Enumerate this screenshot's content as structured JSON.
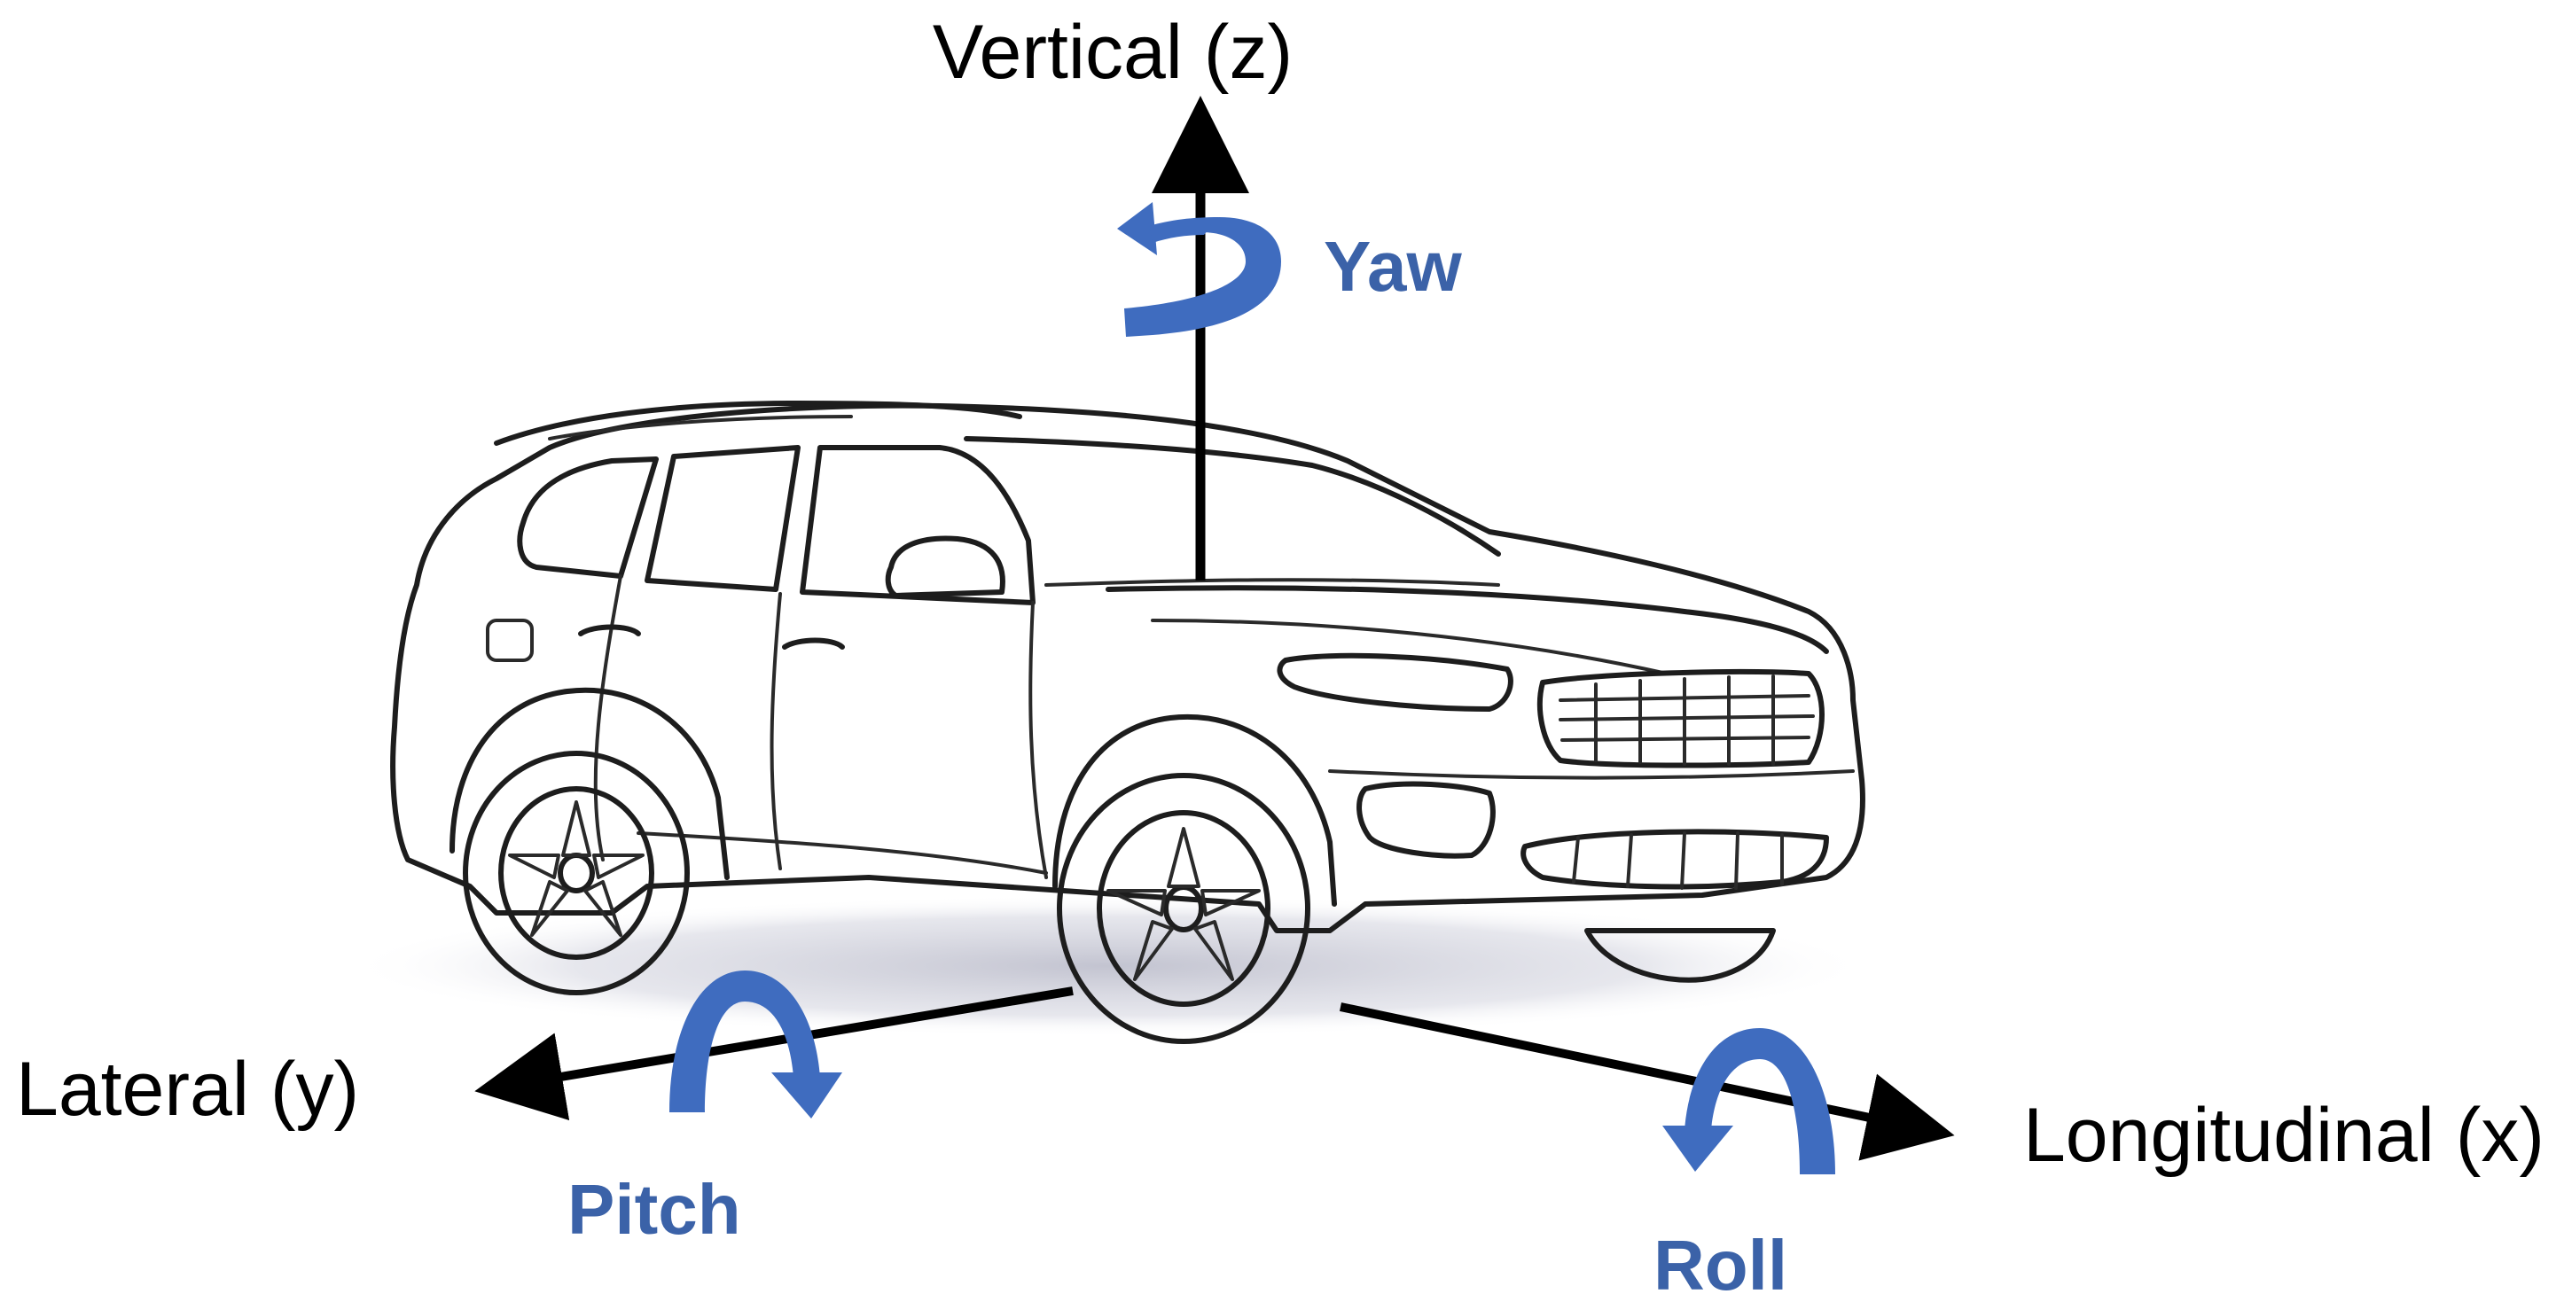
{
  "colors": {
    "axis": "#000000",
    "rotation_arrow": "#3f6cbf",
    "rotation_label": "#3b62a8",
    "car_outline": "#1d1d1d",
    "car_shadow": "#c9cad6"
  },
  "axes": {
    "vertical": {
      "label": "Vertical (z)"
    },
    "lateral": {
      "label": "Lateral (y)"
    },
    "longitudinal": {
      "label": "Longitudinal (x)"
    }
  },
  "rotations": {
    "yaw": {
      "label": "Yaw",
      "icon": "yaw-rotation-arrow-icon"
    },
    "pitch": {
      "label": "Pitch",
      "icon": "pitch-rotation-arrow-icon"
    },
    "roll": {
      "label": "Roll",
      "icon": "roll-rotation-arrow-icon"
    }
  },
  "vehicle": {
    "icon": "suv-line-drawing"
  }
}
